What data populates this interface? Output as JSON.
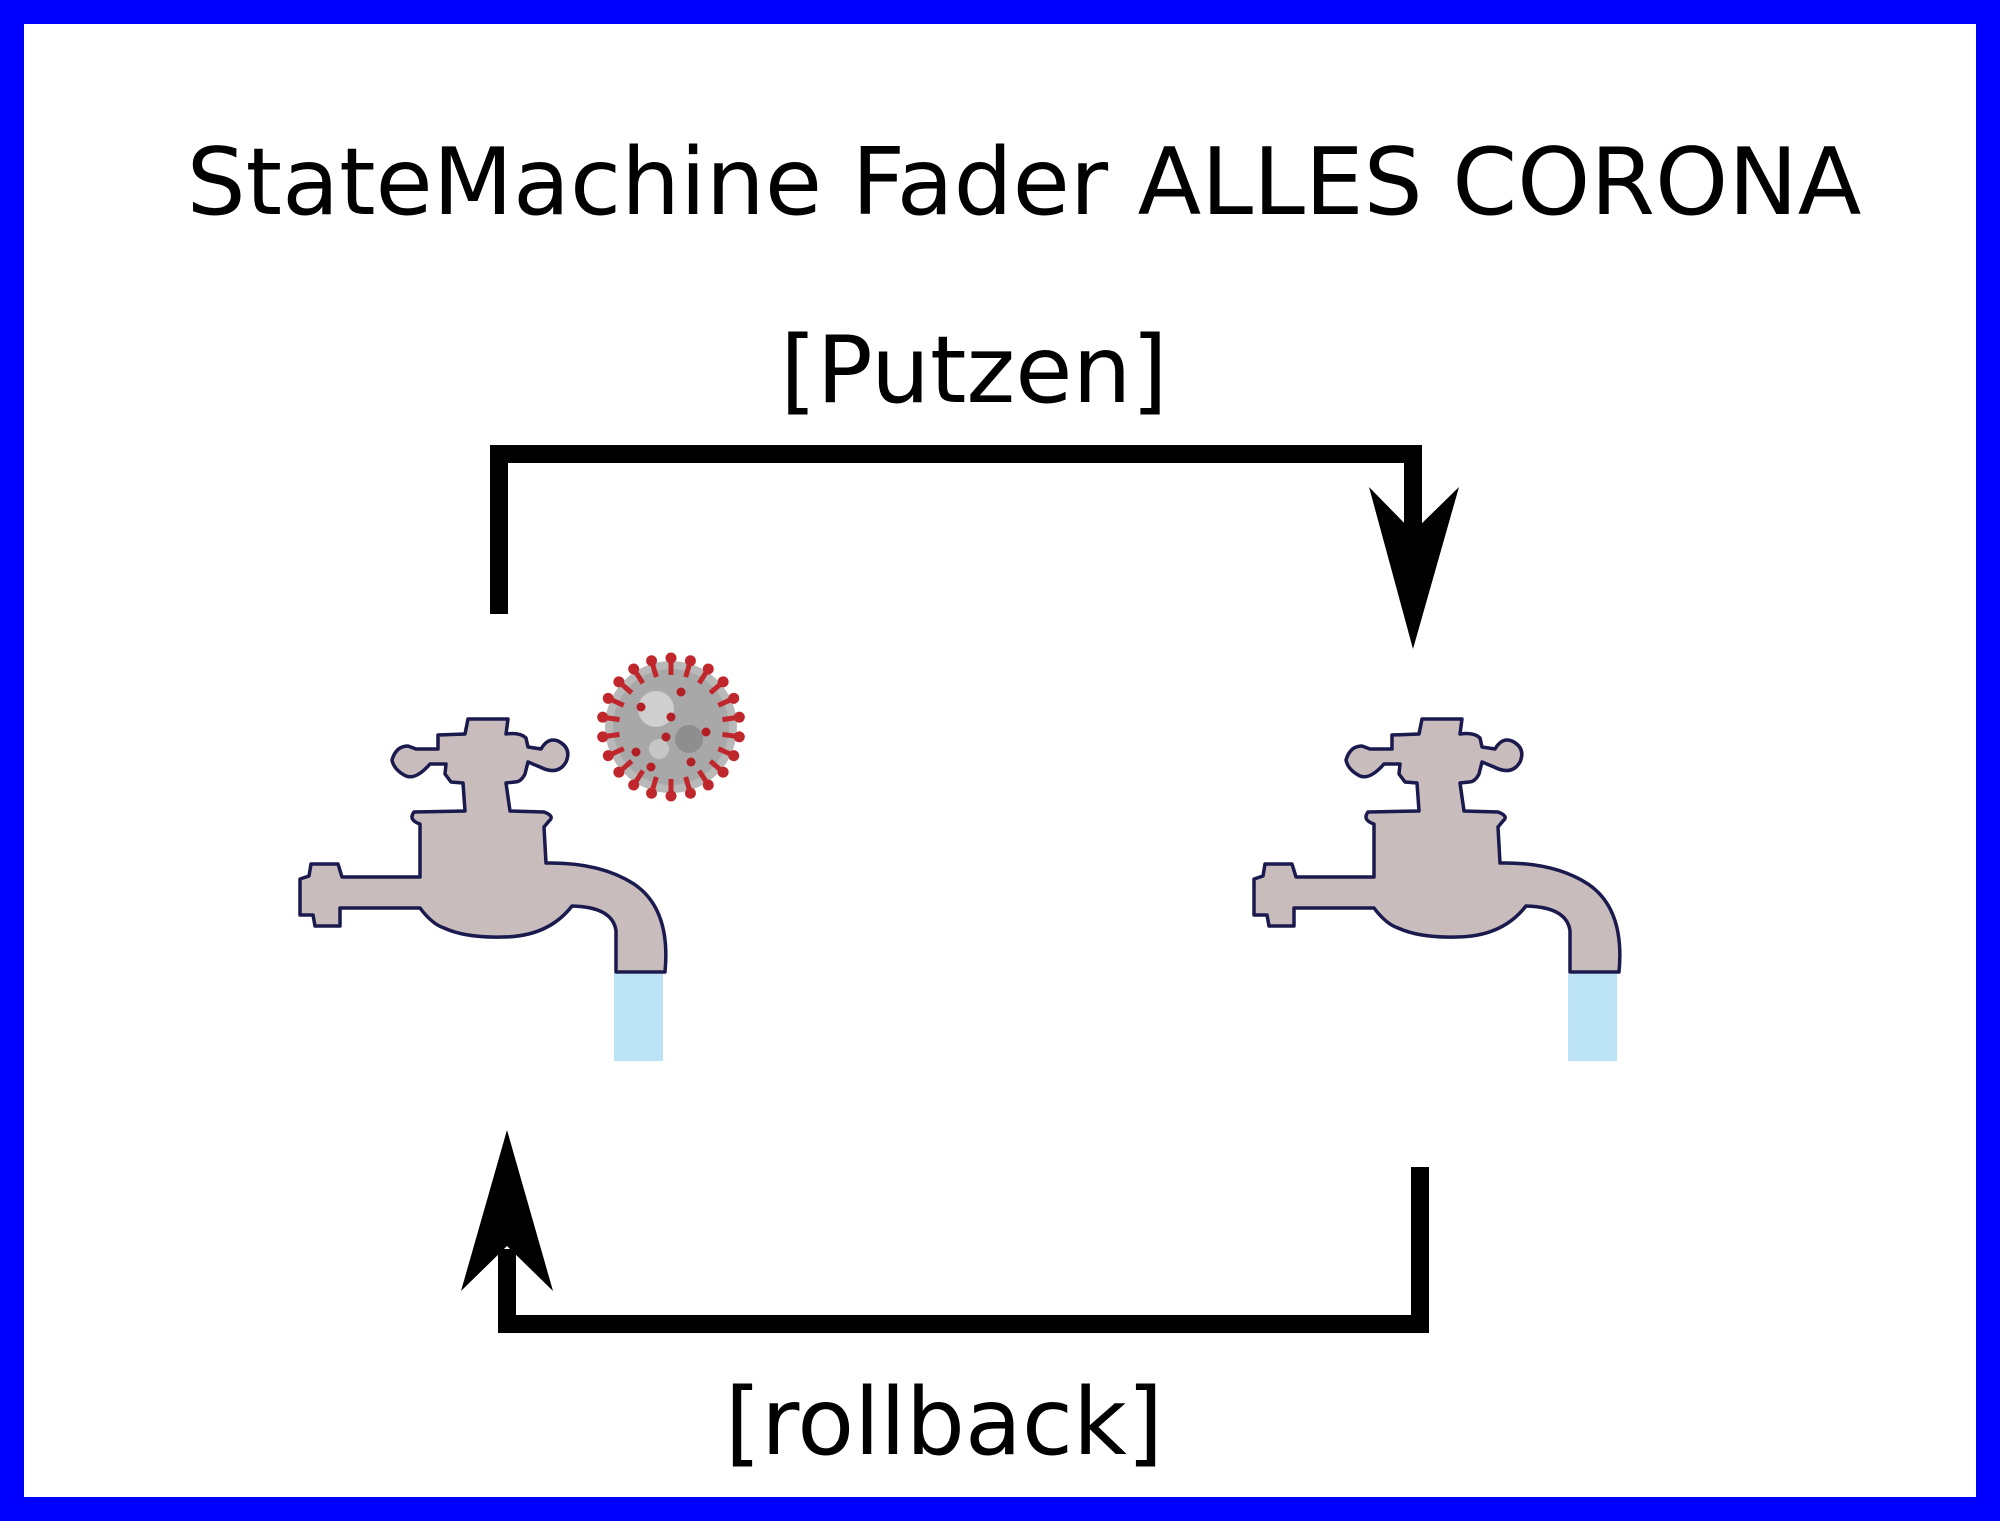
{
  "title": "StateMachine Fader ALLES CORONA",
  "transitions": {
    "top_label": "[Putzen]",
    "bottom_label": "[rollback]"
  },
  "states": [
    {
      "name": "faucet-with-virus",
      "icon": "faucet-icon",
      "badge_icon": "coronavirus-icon"
    },
    {
      "name": "faucet-clean",
      "icon": "faucet-icon"
    }
  ],
  "colors": {
    "border": "#0000ff",
    "background": "#ffffff",
    "arrow": "#000000",
    "faucet_fill": "#c8bcbc",
    "faucet_stroke": "#1a1a4e",
    "water": "#bde3f7",
    "virus_spike": "#c0272d",
    "virus_body": "#b9b9b9"
  }
}
